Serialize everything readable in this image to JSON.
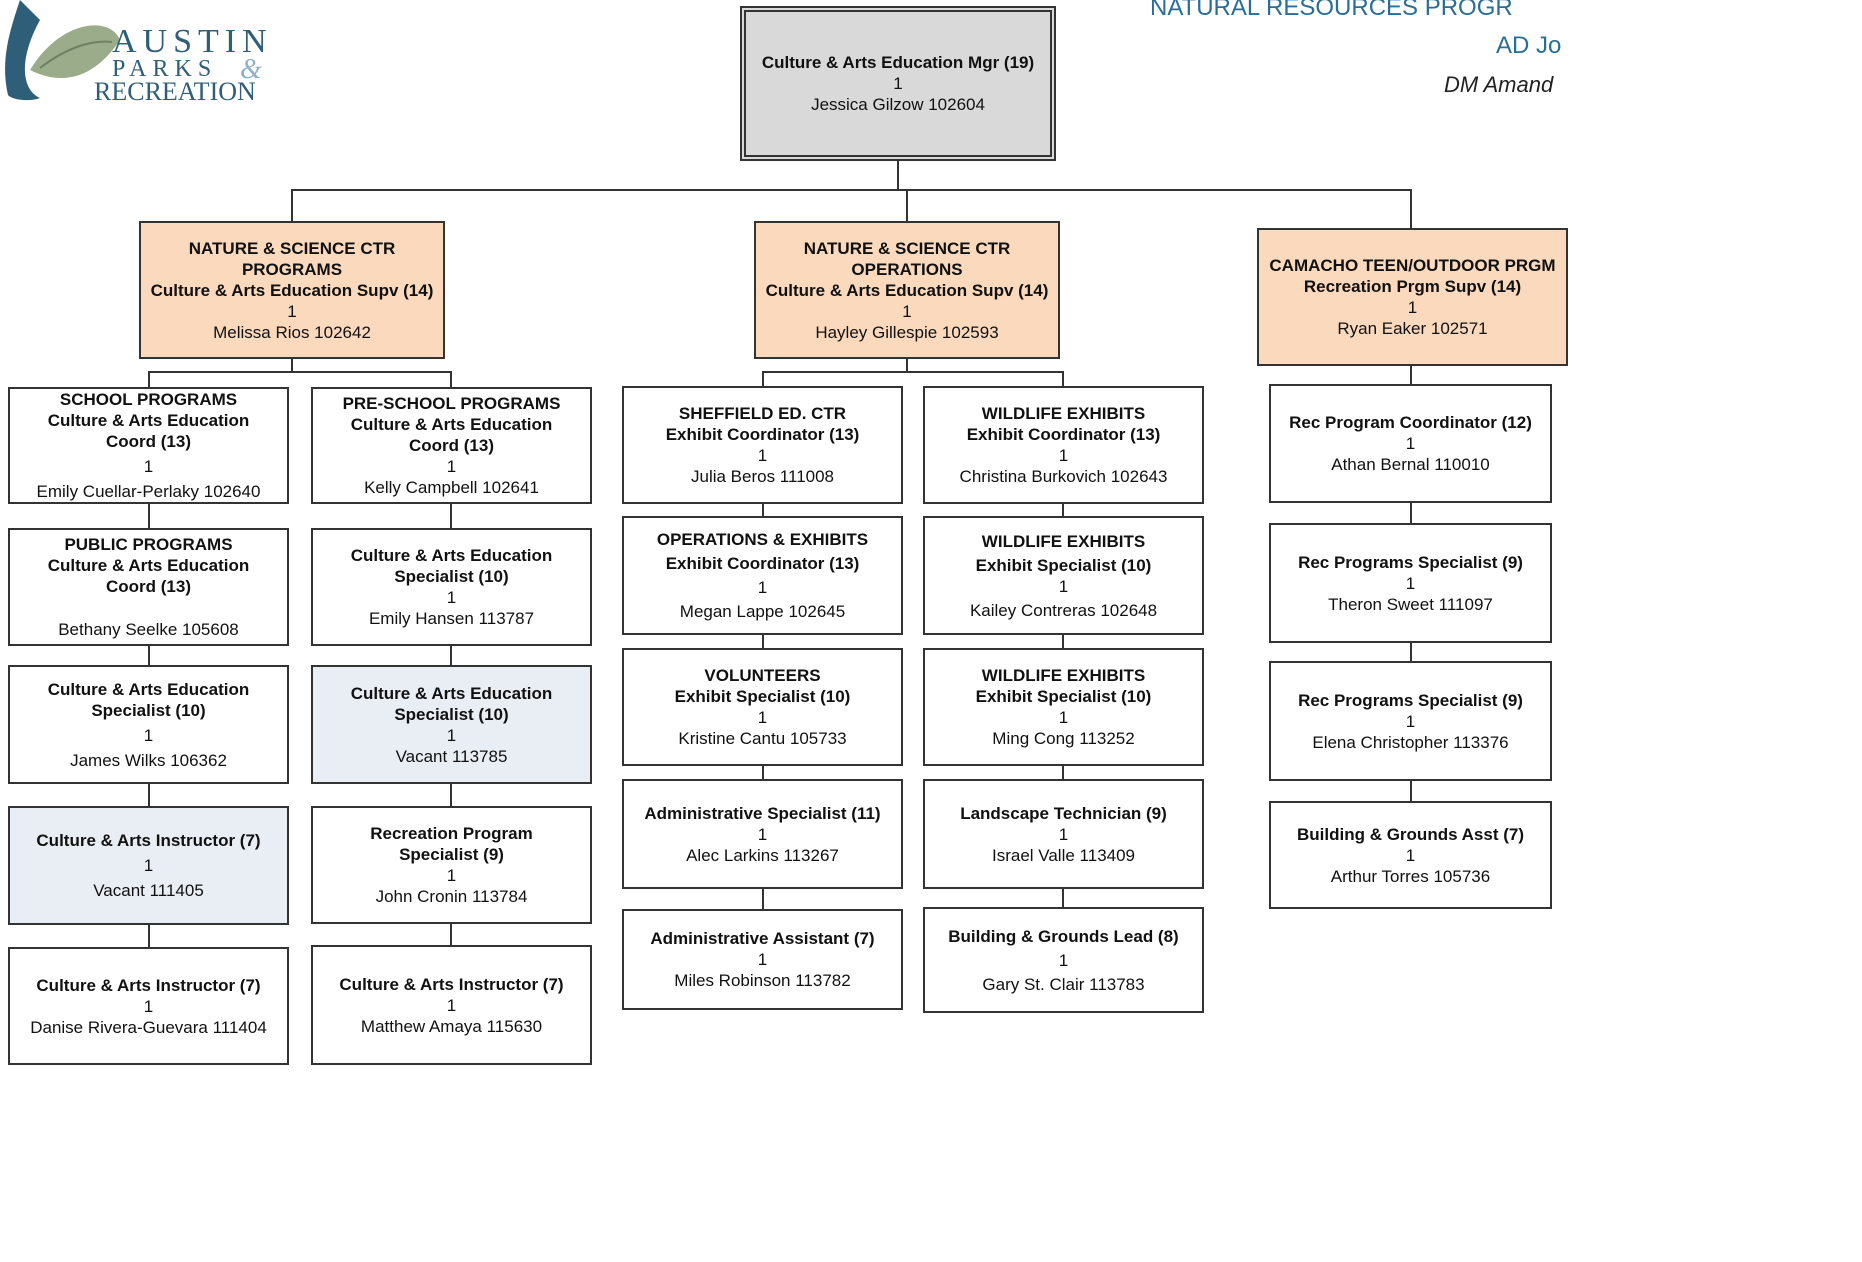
{
  "header": {
    "logo_line1": "AUSTIN",
    "logo_line2": "PARKS",
    "logo_amp": "&",
    "logo_line3": "RECREATION",
    "program": "NATURAL RESOURCES PROGR",
    "ad": "AD Jo",
    "dm": "DM Amand"
  },
  "top": {
    "title": "Culture & Arts Education Mgr (19)",
    "count": "1",
    "person": "Jessica Gilzow 102604"
  },
  "sup1": {
    "l1": "NATURE & SCIENCE CTR",
    "l2": "PROGRAMS",
    "title": "Culture & Arts Education Supv (14)",
    "count": "1",
    "person": "Melissa Rios 102642"
  },
  "sup2": {
    "l1": "NATURE & SCIENCE CTR",
    "l2": "OPERATIONS",
    "title": "Culture & Arts Education Supv (14)",
    "count": "1",
    "person": "Hayley Gillespie 102593"
  },
  "sup3": {
    "l1": "CAMACHO TEEN/OUTDOOR PRGM",
    "title": "Recreation Prgm Supv (14)",
    "count": "1",
    "person": "Ryan Eaker  102571"
  },
  "col1": [
    {
      "l1": "SCHOOL PROGRAMS",
      "l2": "Culture & Arts Education",
      "l3": "Coord (13)",
      "count": "1",
      "person": "Emily Cuellar-Perlaky 102640"
    },
    {
      "l1": "PUBLIC PROGRAMS",
      "l2": "Culture & Arts Education",
      "l3": "Coord (13)",
      "count": "",
      "person": "Bethany Seelke 105608"
    },
    {
      "l1": "",
      "l2": "Culture & Arts Education",
      "l3": "Specialist (10)",
      "count": "1",
      "person": "James Wilks 106362"
    },
    {
      "l1": "",
      "l2": "Culture & Arts Instructor (7)",
      "l3": "",
      "count": "1",
      "person": "Vacant 111405"
    },
    {
      "l1": "",
      "l2": "Culture & Arts Instructor (7)",
      "l3": "",
      "count": "1",
      "person": "Danise Rivera-Guevara 111404"
    }
  ],
  "col2": [
    {
      "l1": "PRE-SCHOOL PROGRAMS",
      "l2": "Culture & Arts Education",
      "l3": "Coord (13)",
      "count": "1",
      "person": "Kelly Campbell 102641"
    },
    {
      "l1": "",
      "l2": "Culture & Arts Education",
      "l3": "Specialist (10)",
      "count": "1",
      "person": "Emily Hansen 113787"
    },
    {
      "l1": "",
      "l2": "Culture & Arts Education",
      "l3": "Specialist (10)",
      "count": "1",
      "person": "Vacant 113785"
    },
    {
      "l1": "",
      "l2": "Recreation Program",
      "l3": "Specialist (9)",
      "count": "1",
      "person": "John Cronin 113784"
    },
    {
      "l1": "",
      "l2": "Culture & Arts Instructor (7)",
      "l3": "",
      "count": "1",
      "person": "Matthew Amaya 115630"
    }
  ],
  "col3": [
    {
      "l1": "SHEFFIELD ED. CTR",
      "l2": "Exhibit Coordinator (13)",
      "count": "1",
      "person": "Julia Beros  111008"
    },
    {
      "l1": "OPERATIONS & EXHIBITS",
      "l2": "Exhibit Coordinator (13)",
      "count": "1",
      "person": "Megan Lappe 102645"
    },
    {
      "l1": "VOLUNTEERS",
      "l2": "Exhibit Specialist (10)",
      "count": "1",
      "person": "Kristine Cantu 105733"
    },
    {
      "l1": "",
      "l2": "Administrative Specialist (11)",
      "count": "1",
      "person": "Alec Larkins 113267"
    },
    {
      "l1": "",
      "l2": "Administrative Assistant (7)",
      "count": "1",
      "person": "Miles Robinson 113782"
    }
  ],
  "col4": [
    {
      "l1": "WILDLIFE EXHIBITS",
      "l2": "Exhibit Coordinator (13)",
      "count": "1",
      "person": "Christina Burkovich 102643"
    },
    {
      "l1": "WILDLIFE EXHIBITS",
      "l2": "Exhibit Specialist (10)",
      "count": "1",
      "person": "Kailey Contreras 102648"
    },
    {
      "l1": "WILDLIFE EXHIBITS",
      "l2": "Exhibit Specialist (10)",
      "count": "1",
      "person": "Ming Cong  113252"
    },
    {
      "l1": "",
      "l2": "Landscape Technician (9)",
      "count": "1",
      "person": "Israel Valle 113409"
    },
    {
      "l1": "",
      "l2": "Building & Grounds Lead (8)",
      "count": "1",
      "person": "Gary St. Clair 113783"
    }
  ],
  "col5": [
    {
      "l2": "Rec Program Coordinator (12)",
      "count": "1",
      "person": "Athan Bernal 110010"
    },
    {
      "l2": "Rec Programs Specialist (9)",
      "count": "1",
      "person": "Theron Sweet 111097"
    },
    {
      "l2": "Rec Programs Specialist (9)",
      "count": "1",
      "person": "Elena Christopher 113376"
    },
    {
      "l2": "Building & Grounds Asst (7)",
      "count": "1",
      "person": "Arthur Torres  105736"
    }
  ]
}
